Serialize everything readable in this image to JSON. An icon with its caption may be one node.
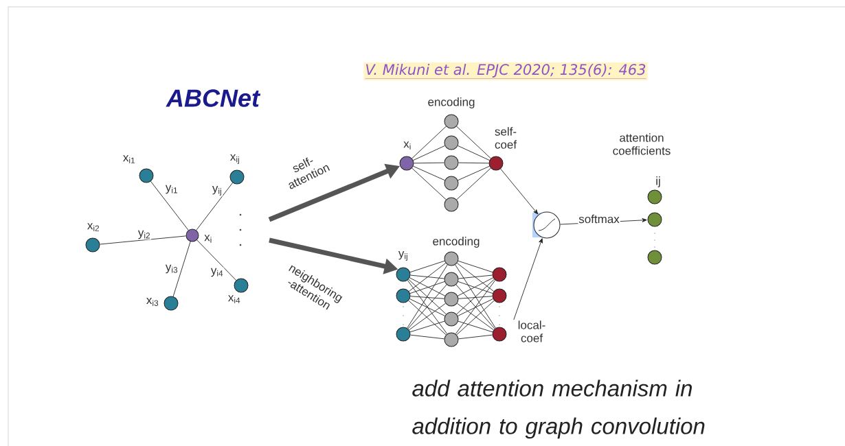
{
  "diagram": {
    "title": "ABCNet",
    "caption": "add attention mechanism in addition to graph convolution",
    "nodes": [
      {
        "text": [],
        "shape": "circle",
        "beside": [
          "x$_{i}$"
        ]
      },
      {
        "text": [],
        "shape": "circle",
        "beside": [
          "x$_{i1}$"
        ]
      },
      {
        "text": [],
        "shape": "circle",
        "beside": [
          "x$_{ij}$"
        ]
      },
      {
        "text": [],
        "shape": "circle",
        "beside": [
          "x$_{i2}$"
        ]
      },
      {
        "text": [],
        "shape": "circle",
        "beside": [
          "x$_{i3}$"
        ]
      },
      {
        "text": [],
        "shape": "circle",
        "beside": [
          "x$_{i4}$"
        ]
      },
      {
        "text": [],
        "shape": "circle",
        "beside": [
          "x$_{i}$"
        ]
      },
      {
        "text": [],
        "shape": "circle"
      },
      {
        "text": [],
        "shape": "circle"
      },
      {
        "text": [],
        "shape": "circle"
      },
      {
        "text": [],
        "shape": "circle"
      },
      {
        "text": [],
        "shape": "circle"
      },
      {
        "text": [],
        "shape": "circle",
        "beside": [
          "self- coef"
        ]
      },
      {
        "text": [],
        "shape": "circle",
        "beside": [
          "y$_{ij}$"
        ]
      },
      {
        "text": [],
        "shape": "circle"
      },
      {
        "text": [],
        "shape": "circle"
      },
      {
        "text": [],
        "shape": "circle"
      },
      {
        "text": [],
        "shape": "circle"
      },
      {
        "text": [],
        "shape": "circle"
      },
      {
        "text": [],
        "shape": "circle"
      },
      {
        "text": [],
        "shape": "circle"
      },
      {
        "text": [],
        "shape": "circle"
      },
      {
        "text": [],
        "shape": "circle"
      },
      {
        "text": [],
        "shape": "circle"
      },
      {
        "text": [],
        "shape": "circle"
      },
      {
        "text": [],
        "shape": "circle",
        "beside": [
          "ij"
        ]
      },
      {
        "text": [],
        "shape": "circle"
      },
      {
        "text": [],
        "shape": "circle"
      },
      {
        "text": [
          "local- coef"
        ]
      }
    ],
    "edges": [
      {
        "from": 0,
        "to": 1,
        "arrow": "none",
        "label": "y$_{i1}$"
      },
      {
        "from": 0,
        "to": 2,
        "arrow": "none",
        "label": "y$_{ij}$"
      },
      {
        "from": 0,
        "to": 3,
        "arrow": "none",
        "label": "y$_{i2}$"
      },
      {
        "from": 0,
        "to": 4,
        "arrow": "none",
        "label": "y$_{i3}$"
      },
      {
        "from": 0,
        "to": 5,
        "arrow": "none",
        "label": "y$_{i4}$"
      },
      {
        "from": null,
        "to": 6,
        "arrow": "to",
        "label": "self- attention",
        "style": "thick",
        "color": "#555555"
      },
      {
        "from": null,
        "to": 13,
        "arrow": "to",
        "label": "neighboring -attention",
        "style": "thick",
        "color": "#555555"
      },
      {
        "from": 6,
        "to": 7,
        "arrow": "none"
      },
      {
        "from": 6,
        "to": 8,
        "arrow": "none"
      },
      {
        "from": 6,
        "to": 9,
        "arrow": "none"
      },
      {
        "from": 6,
        "to": 10,
        "arrow": "none"
      },
      {
        "from": 6,
        "to": 11,
        "arrow": "none"
      },
      {
        "from": 7,
        "to": 12,
        "arrow": "none"
      },
      {
        "from": 8,
        "to": 12,
        "arrow": "none"
      },
      {
        "from": 9,
        "to": 12,
        "arrow": "none"
      },
      {
        "from": 10,
        "to": 12,
        "arrow": "none"
      },
      {
        "from": 11,
        "to": 12,
        "arrow": "none"
      },
      {
        "from": 13,
        "to": 16,
        "arrow": "none"
      },
      {
        "from": 13,
        "to": 17,
        "arrow": "none"
      },
      {
        "from": 13,
        "to": 18,
        "arrow": "none"
      },
      {
        "from": 13,
        "to": 19,
        "arrow": "none"
      },
      {
        "from": 13,
        "to": 20,
        "arrow": "none"
      },
      {
        "from": 14,
        "to": 16,
        "arrow": "none"
      },
      {
        "from": 14,
        "to": 17,
        "arrow": "none"
      },
      {
        "from": 14,
        "to": 18,
        "arrow": "none"
      },
      {
        "from": 14,
        "to": 19,
        "arrow": "none"
      },
      {
        "from": 14,
        "to": 20,
        "arrow": "none"
      },
      {
        "from": 15,
        "to": 16,
        "arrow": "none"
      },
      {
        "from": 15,
        "to": 17,
        "arrow": "none"
      },
      {
        "from": 15,
        "to": 18,
        "arrow": "none"
      },
      {
        "from": 15,
        "to": 19,
        "arrow": "none"
      },
      {
        "from": 15,
        "to": 20,
        "arrow": "none"
      },
      {
        "from": 16,
        "to": 21,
        "arrow": "none"
      },
      {
        "from": 16,
        "to": 22,
        "arrow": "none"
      },
      {
        "from": 16,
        "to": 23,
        "arrow": "none"
      },
      {
        "from": 17,
        "to": 21,
        "arrow": "none"
      },
      {
        "from": 17,
        "to": 22,
        "arrow": "none"
      },
      {
        "from": 17,
        "to": 23,
        "arrow": "none"
      },
      {
        "from": 18,
        "to": 21,
        "arrow": "none"
      },
      {
        "from": 18,
        "to": 22,
        "arrow": "none"
      },
      {
        "from": 18,
        "to": 23,
        "arrow": "none"
      },
      {
        "from": 19,
        "to": 21,
        "arrow": "none"
      },
      {
        "from": 19,
        "to": 22,
        "arrow": "none"
      },
      {
        "from": 19,
        "to": 23,
        "arrow": "none"
      },
      {
        "from": 20,
        "to": 21,
        "arrow": "none"
      },
      {
        "from": 20,
        "to": 22,
        "arrow": "none"
      },
      {
        "from": 20,
        "to": 23,
        "arrow": "none"
      },
      {
        "from": 12,
        "to": 24,
        "arrow": "to"
      },
      {
        "from": 28,
        "to": 24,
        "arrow": "to"
      },
      {
        "from": 24,
        "to": 26,
        "arrow": "to",
        "label": "softmax"
      }
    ],
    "labels": [
      "V. Mikuni et al. EPJC 2020; 135(6): 463",
      "encoding",
      "attention coefficients",
      "encoding"
    ]
  }
}
